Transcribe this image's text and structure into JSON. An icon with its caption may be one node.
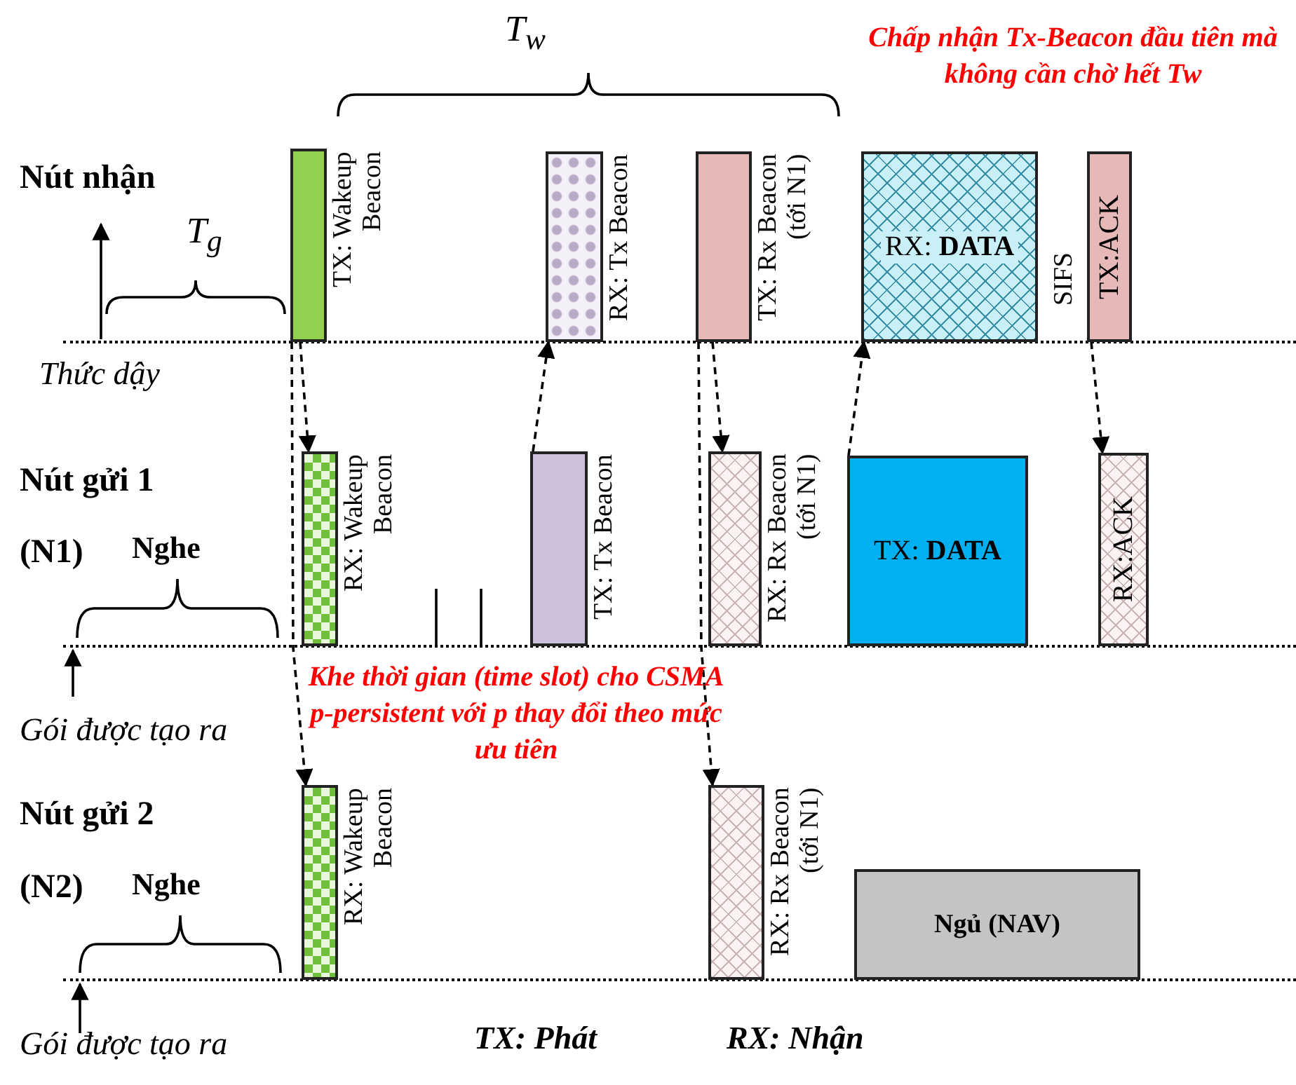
{
  "diagram": {
    "nodes": [
      {
        "text": [],
        "shape": "bar",
        "beside": [
          "TX: Wakeup Beacon"
        ]
      },
      {
        "text": [],
        "shape": "bar",
        "beside": [
          "RX: Tx Beacon"
        ]
      },
      {
        "text": [],
        "shape": "bar",
        "beside": [
          "TX: Rx Beacon (tới N1)"
        ]
      },
      {
        "text": [
          "RX: **DATA**"
        ]
      },
      {
        "text": [
          "TX:ACK"
        ]
      },
      {
        "text": [],
        "shape": "bar",
        "beside": [
          "RX: Wakeup Beacon"
        ]
      },
      {
        "text": [],
        "shape": "bar",
        "beside": [
          "TX: Tx Beacon"
        ]
      },
      {
        "text": [],
        "shape": "bar",
        "beside": [
          "RX: Rx Beacon (tới N1)"
        ]
      },
      {
        "text": [
          "TX: **DATA**"
        ]
      },
      {
        "text": [
          "RX:ACK"
        ]
      },
      {
        "text": [],
        "shape": "bar",
        "beside": [
          "RX: Wakeup Beacon"
        ]
      },
      {
        "text": [],
        "shape": "bar",
        "beside": [
          "RX: Rx Beacon (tới N1)"
        ]
      },
      {
        "text": [
          "Ngủ (NAV)"
        ]
      }
    ],
    "edges": [
      {
        "from": 0,
        "to": 5,
        "arrow": "to",
        "style": "dashed"
      },
      {
        "from": 0,
        "to": 10,
        "arrow": "to",
        "style": "dashed"
      },
      {
        "from": 6,
        "to": 1,
        "arrow": "to",
        "style": "dashed"
      },
      {
        "from": 2,
        "to": 7,
        "arrow": "to",
        "style": "dashed"
      },
      {
        "from": 2,
        "to": 11,
        "arrow": "to",
        "style": "dashed"
      },
      {
        "from": 8,
        "to": 3,
        "arrow": "to",
        "style": "dashed"
      },
      {
        "from": 4,
        "to": 9,
        "arrow": "to",
        "style": "dashed"
      }
    ],
    "labels": [
      "T$_{w}$",
      "Chấp nhận Tx-Beacon đầu tiên mà không cần chờ hết Tw",
      "Nút nhận",
      "T$_{g}$",
      "SIFS",
      "Thức dậy",
      "Nút gửi 1",
      "(N1)",
      "Nghe",
      "Gói được tạo ra",
      "Khe thời gian (time slot) cho CSMA p-persistent với p thay đổi theo mức ưu tiên",
      "Nút gửi 2",
      "(N2)",
      "Nghe",
      "Gói được tạo ra",
      "TX: Phát",
      "RX: Nhận"
    ]
  }
}
